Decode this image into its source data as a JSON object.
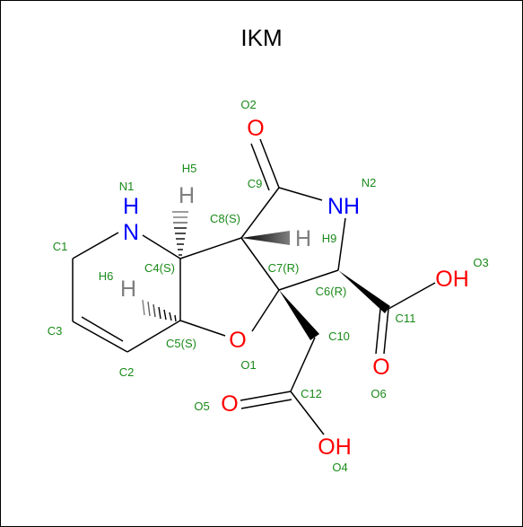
{
  "title": "IKM",
  "colors": {
    "carbon_label": "#1a8a1a",
    "nitrogen": "#0000ff",
    "oxygen": "#ff0000",
    "hydrogen": "#7f7f7f",
    "bond": "#000000"
  },
  "atoms": {
    "N1": "N",
    "H1": "H",
    "NH2": "NH",
    "O2": "O",
    "O5": "O",
    "O6": "O",
    "O1": "O",
    "OH3": "OH",
    "OH4": "OH",
    "H5": "H",
    "H6": "H",
    "H9": "H"
  },
  "labels": {
    "C1": "C1",
    "C2": "C2",
    "C3": "C3",
    "C4": "C4(S)",
    "C5": "C5(S)",
    "C6": "C6(R)",
    "C7": "C7(R)",
    "C8": "C8(S)",
    "C9": "C9",
    "C10": "C10",
    "C11": "C11",
    "C12": "C12",
    "N1": "N1",
    "N2": "N2",
    "O1": "O1",
    "O2": "O2",
    "O3": "O3",
    "O4": "O4",
    "O5": "O5",
    "O6": "O6",
    "H5": "H5",
    "H6": "H6",
    "H9": "H9"
  }
}
